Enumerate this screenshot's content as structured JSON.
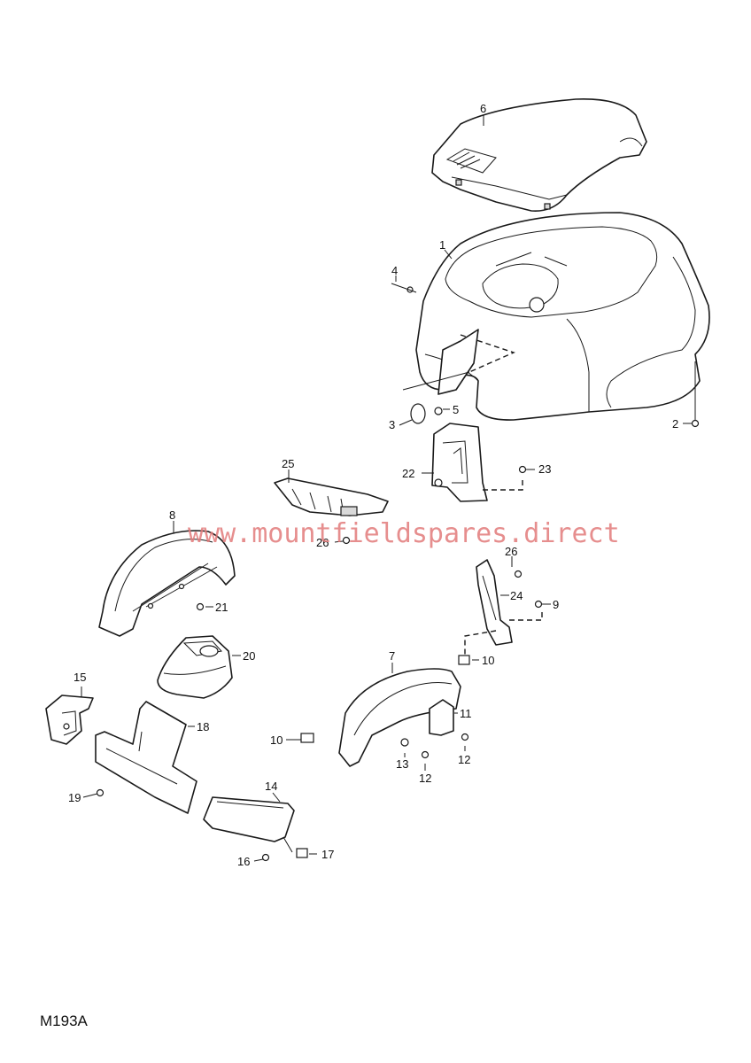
{
  "watermark": "www.mountfieldspares.direct",
  "drawing_code": "M193A",
  "callouts": {
    "c1": "1",
    "c2": "2",
    "c3": "3",
    "c4": "4",
    "c5": "5",
    "c6": "6",
    "c7": "7",
    "c8": "8",
    "c9": "9",
    "c10a": "10",
    "c10b": "10",
    "c11": "11",
    "c12a": "12",
    "c12b": "12",
    "c13": "13",
    "c14": "14",
    "c15": "15",
    "c16": "16",
    "c17": "17",
    "c18": "18",
    "c19": "19",
    "c20": "20",
    "c21": "21",
    "c22": "22",
    "c23": "23",
    "c24": "24",
    "c25": "25",
    "c26a": "26",
    "c26b": "26"
  },
  "colors": {
    "line": "#1a1a1a",
    "watermark": "#e27b7b",
    "background": "#ffffff"
  }
}
